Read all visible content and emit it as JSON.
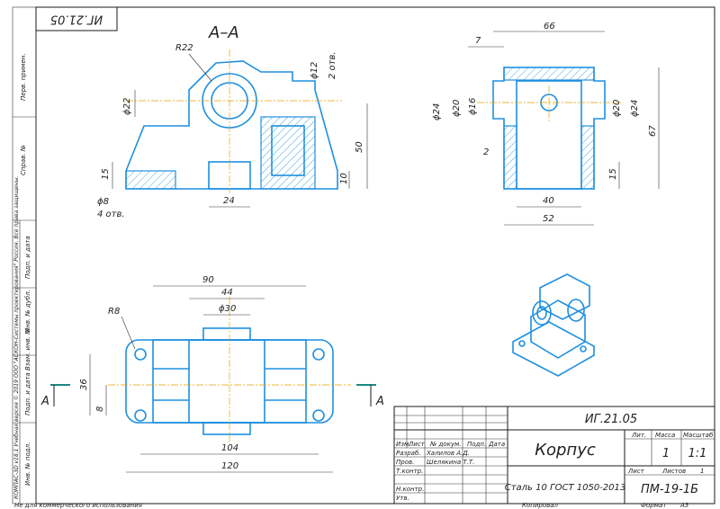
{
  "drawing": {
    "top_number": "ИГ.21.05",
    "section_label": "А–А",
    "view_label_left": "А",
    "view_label_right": "А",
    "dims": {
      "r22": "R22",
      "d22": "ϕ22",
      "d12": "ϕ12",
      "holes2": "2 отв.",
      "d50": "50",
      "d15a": "15",
      "d10": "10",
      "d8": "ϕ8",
      "holes4": "4 отв.",
      "d24": "24",
      "d66": "66",
      "d7": "7",
      "d24l": "ϕ24",
      "d20l": "ϕ20",
      "d16": "ϕ16",
      "d20r": "ϕ20",
      "d24r": "ϕ24",
      "d67": "67",
      "d2": "2",
      "d15b": "15",
      "d40": "40",
      "d52": "52",
      "d90": "90",
      "d44": "44",
      "d30": "ϕ30",
      "r8": "R8",
      "d36": "36",
      "d8b": "8",
      "d104": "104",
      "d120": "120"
    }
  },
  "side_text": {
    "perv_primen": "Перв. примен.",
    "sprav": "Справ. №",
    "copyright": "КОМПАС-3D v18.1 Учебная версия © 2019 ООО \"АСКОН-Системы проектирования\" Россия. Все права защищены.",
    "podp_data1": "Подп. и дата",
    "inv_dubl": "Инв. № дубл.",
    "vzam_inv": "Взам. инв. №",
    "podp_data2": "Подп. и дата",
    "inv_podl": "Инв. № подл."
  },
  "title_block": {
    "doc_number": "ИГ.21.05",
    "part_name": "Корпус",
    "material": "Сталь 10  ГОСТ 1050-2013",
    "group": "ПМ-19-1Б",
    "lit": "Лит.",
    "massa": "Масса",
    "masshtab": "Масштаб",
    "mass_value": "1",
    "scale_value": "1:1",
    "list": "Лист",
    "listov": "Листов",
    "listov_value": "1",
    "col_izm": "Изм.",
    "col_list": "Лист",
    "col_ndoc": "№ докум.",
    "col_podp": "Подп.",
    "col_data": "Дата",
    "razrab": "Разраб.",
    "razrab_name": "Халилов А.Д.",
    "prov": "Пров.",
    "prov_name": "Шелякина Т.Т.",
    "tkontr": "Т.контр.",
    "nkontr": "Н.контр.",
    "utv": "Утв."
  },
  "footer": {
    "noncommercial": "Не для коммерческого использования",
    "kopiroval": "Копировал",
    "format": "Формат",
    "format_value": "А3"
  }
}
